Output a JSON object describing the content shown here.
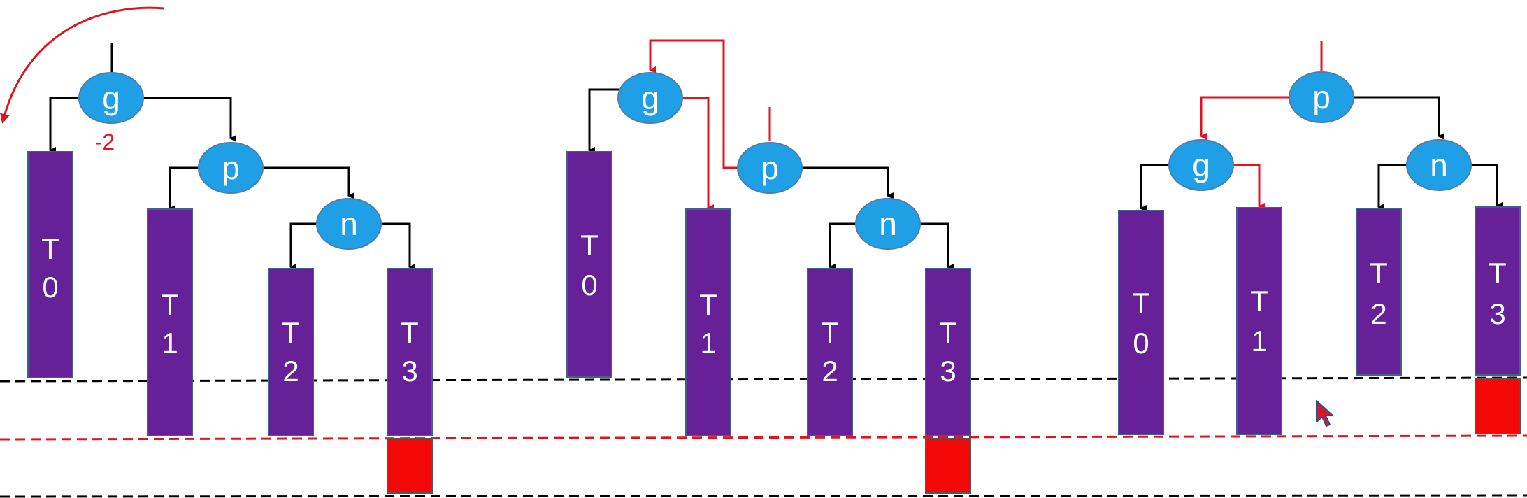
{
  "diagrams": [
    {
      "nodes": [
        {
          "label": "g"
        },
        {
          "label": "p"
        },
        {
          "label": "n"
        }
      ],
      "subtrees": [
        {
          "label": [
            "T",
            "0"
          ]
        },
        {
          "label": [
            "T",
            "1"
          ]
        },
        {
          "label": [
            "T",
            "2"
          ]
        },
        {
          "label": [
            "T",
            "3"
          ]
        }
      ],
      "annotation": "-2"
    },
    {
      "nodes": [
        {
          "label": "g"
        },
        {
          "label": "p"
        },
        {
          "label": "n"
        }
      ],
      "subtrees": [
        {
          "label": [
            "T",
            "0"
          ]
        },
        {
          "label": [
            "T",
            "1"
          ]
        },
        {
          "label": [
            "T",
            "2"
          ]
        },
        {
          "label": [
            "T",
            "3"
          ]
        }
      ]
    },
    {
      "nodes": [
        {
          "label": "p"
        },
        {
          "label": "g"
        },
        {
          "label": "n"
        }
      ],
      "subtrees": [
        {
          "label": [
            "T",
            "0"
          ]
        },
        {
          "label": [
            "T",
            "1"
          ]
        },
        {
          "label": [
            "T",
            "2"
          ]
        },
        {
          "label": [
            "T",
            "3"
          ]
        }
      ]
    }
  ],
  "colors": {
    "node": "#1fa0e6",
    "subtree": "#662199",
    "highlight": "#e0141e",
    "extra_block": "#f40707"
  }
}
